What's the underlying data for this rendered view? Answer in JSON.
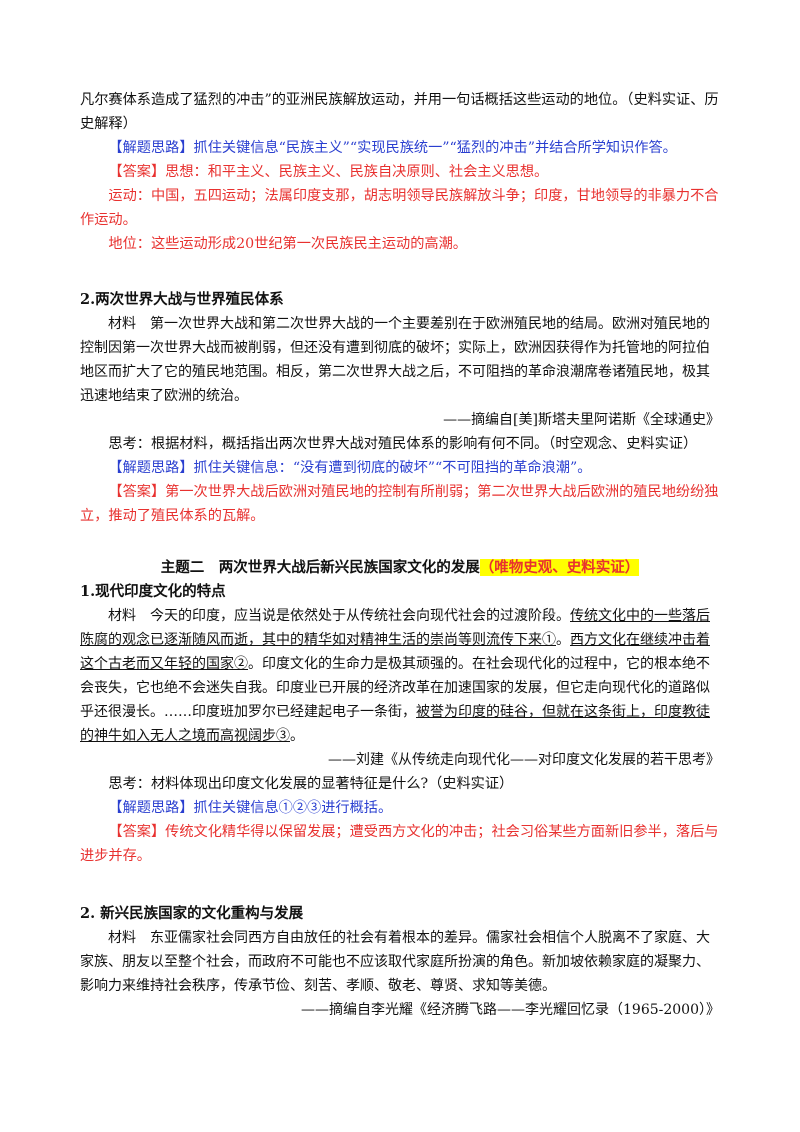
{
  "s1": {
    "q1": "凡尔赛体系造成了猛烈的冲击”的亚洲民族解放运动，并用一句话概括这些运动的地位。（史料实证、历史解释）",
    "tip_label": "【解题思路】",
    "tip_text": "抓住关键信息“民族主义”“实现民族统一”“猛烈的冲击”并结合所学知识作答。",
    "ans_label": "【答案】",
    "ans1": "思想：和平主义、民族主义、民族自决原则、社会主义思想。",
    "ans2": "运动：中国，五四运动；法属印度支那，胡志明领导民族解放斗争；印度，甘地领导的非暴力不合作运动。",
    "ans3": "地位：这些运动形成20世纪第一次民族民主运动的高潮。"
  },
  "s2": {
    "heading": "2.两次世界大战与世界殖民体系",
    "material": "材料　第一次世界大战和第二次世界大战的一个主要差别在于欧洲殖民地的结局。欧洲对殖民地的控制因第一次世界大战而被削弱，但还没有遭到彻底的破坏；实际上，欧洲因获得作为托管地的阿拉伯地区而扩大了它的殖民地范围。相反，第二次世界大战之后，不可阻挡的革命浪潮席卷诸殖民地，极其迅速地结束了欧洲的统治。",
    "source": "——摘编自[美]斯塔夫里阿诺斯《全球通史》",
    "think": "思考：根据材料，概括指出两次世界大战对殖民体系的影响有何不同。（时空观念、史料实证）",
    "tip_label": "【解题思路】",
    "tip_text": "抓住关键信息：“没有遭到彻底的破坏”“不可阻挡的革命浪潮”。",
    "ans_label": "【答案】",
    "ans_text": "第一次世界大战后欧洲对殖民地的控制有所削弱；第二次世界大战后欧洲的殖民地纷纷独立，推动了殖民体系的瓦解。"
  },
  "topic2": {
    "title": "主题二　两次世界大战后新兴民族国家文化的发展",
    "tag": "（唯物史观、史料实证）"
  },
  "s3": {
    "heading": "1.现代印度文化的特点",
    "m_a": "材料　今天的印度，应当说是依然处于从传统社会向现代社会的过渡阶段。",
    "m_u1": "传统文化中的一些落后陈腐的观念已逐渐随风而逝，其中的精华如对精神生活的崇尚等则流传下来①",
    "m_b": "。",
    "m_u2": "西方文化在继续冲击着这个古老而又年轻的国家②",
    "m_c": "。印度文化的生命力是极其顽强的。在社会现代化的过程中，它的根本绝不会丧失，它也绝不会迷失自我。印度业已开展的经济改革在加速国家的发展，但它走向现代化的道路似乎还很漫长。……印度班加罗尔已经建起电子一条街，",
    "m_u3": "被誉为印度的硅谷，但就在这条街上，印度教徒的神牛如入无人之境而高视阔步③",
    "m_d": "。",
    "source": "——刘建《从传统走向现代化——对印度文化发展的若干思考》",
    "think": "思考：材料体现出印度文化发展的显著特征是什么?（史料实证）",
    "tip_label": "【解题思路】",
    "tip_text": "抓住关键信息①②③进行概括。",
    "ans_label": "【答案】",
    "ans_text": "传统文化精华得以保留发展；遭受西方文化的冲击；社会习俗某些方面新旧参半，落后与进步并存。"
  },
  "s4": {
    "heading": "2. 新兴民族国家的文化重构与发展",
    "material": "材料　东亚儒家社会同西方自由放任的社会有着根本的差异。儒家社会相信个人脱离不了家庭、大家族、朋友以至整个社会，而政府不可能也不应该取代家庭所扮演的角色。新加坡依赖家庭的凝聚力、影响力来维持社会秩序，传承节俭、刻苦、孝顺、敬老、尊贤、求知等美德。",
    "source": "——摘编自李光耀《经济腾飞路——李光耀回忆录（1965-2000）》"
  },
  "colors": {
    "answer": "#e8312f",
    "tip": "#2a3fd0",
    "highlight": "#ffff00"
  }
}
